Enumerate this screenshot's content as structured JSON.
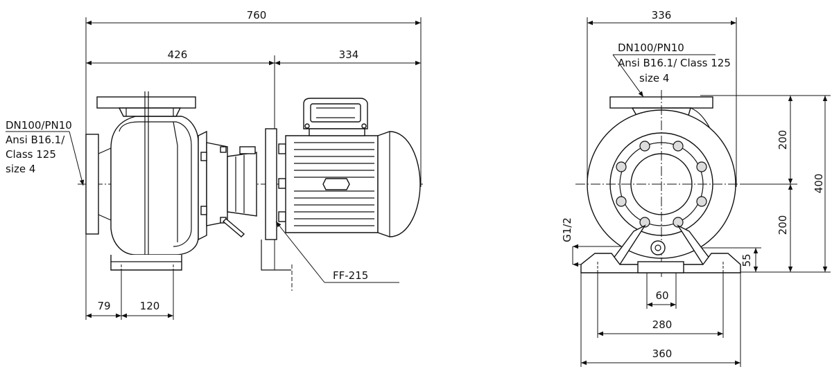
{
  "side_view": {
    "dim_overall": "760",
    "dim_pump_section": "426",
    "dim_motor_section": "334",
    "dim_foot_offset": "79",
    "dim_foot_spacing": "120",
    "suction_flange": {
      "line1": "DN100/PN10",
      "line2": "Ansi B16.1/",
      "line3": "Class 125",
      "line4": "size 4"
    },
    "motor_flange_label": "FF-215"
  },
  "front_view": {
    "dim_width": "336",
    "discharge_flange": {
      "line1": "DN100/PN10",
      "line2": "Ansi B16.1/ Class 125",
      "line3": "size 4"
    },
    "dim_upper_height": "200",
    "dim_lower_height": "200",
    "dim_total_height": "400",
    "dim_drain_height": "55",
    "drain_label": "G1/2",
    "dim_drain_width": "60",
    "dim_hole_spacing": "280",
    "dim_base_width": "360"
  }
}
